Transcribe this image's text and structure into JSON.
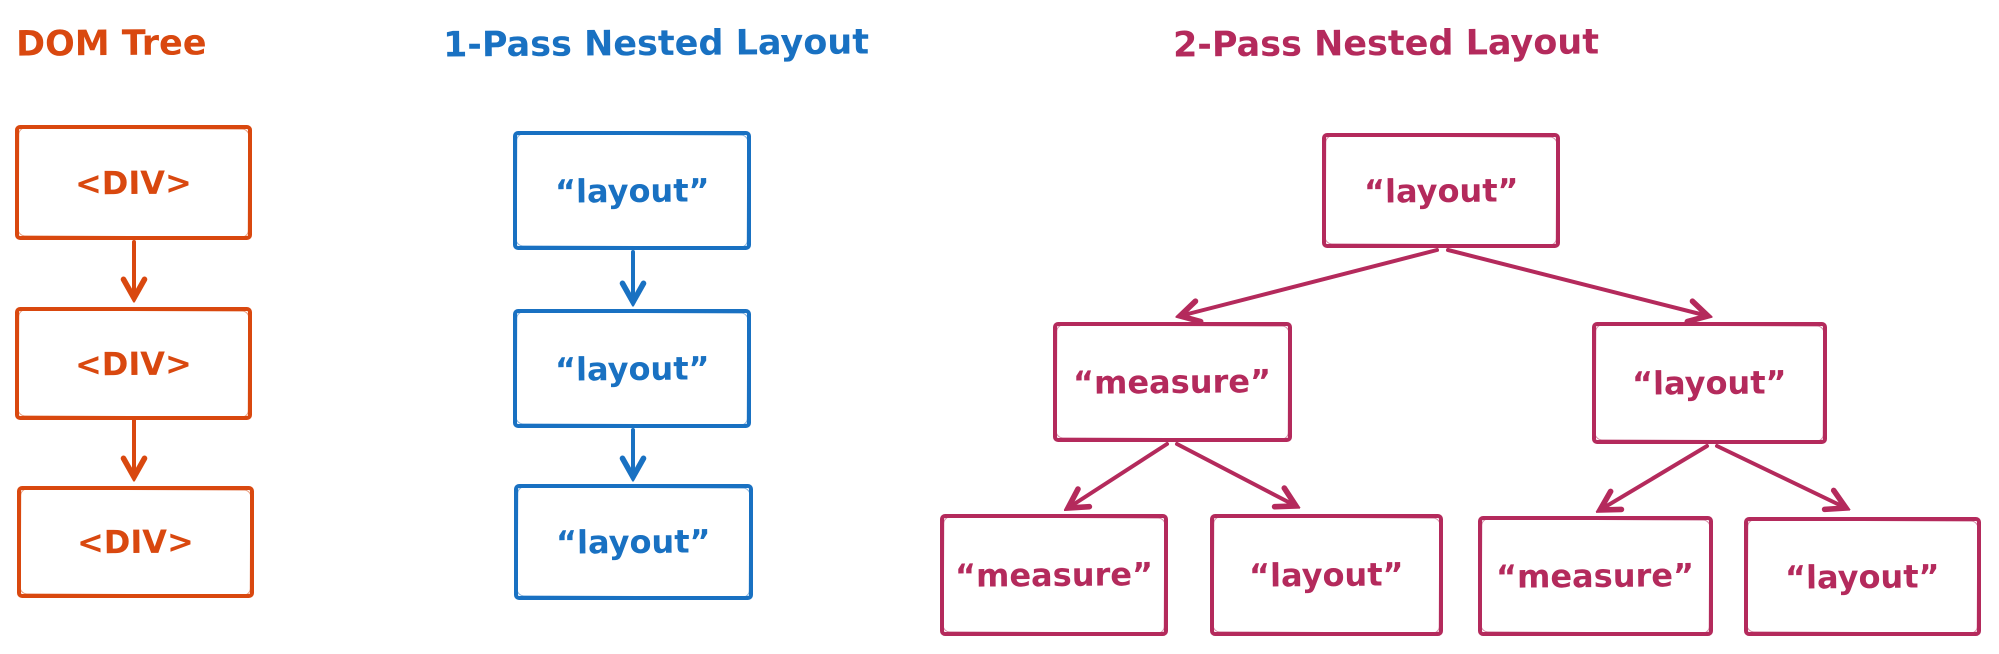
{
  "page": {
    "background": "#FFFFFF"
  },
  "sections": [
    {
      "id": "dom-tree",
      "title": "DOM Tree",
      "color": "#D9480F",
      "structure": "vertical-chain",
      "nodes": [
        "<DIV>",
        "<DIV>",
        "<DIV>"
      ]
    },
    {
      "id": "one-pass-nested-layout",
      "title": "1-Pass Nested Layout",
      "color": "#1971C2",
      "structure": "vertical-chain",
      "nodes": [
        "“layout”",
        "“layout”",
        "“layout”"
      ]
    },
    {
      "id": "two-pass-nested-layout",
      "title": "2-Pass Nested Layout",
      "color": "#B42A5C",
      "structure": "binary-tree",
      "nodes": [
        "“layout”",
        "“measure”",
        "“layout”",
        "“measure”",
        "“layout”",
        "“measure”",
        "“layout”"
      ],
      "edges": [
        [
          0,
          1
        ],
        [
          0,
          2
        ],
        [
          1,
          3
        ],
        [
          1,
          4
        ],
        [
          2,
          5
        ],
        [
          2,
          6
        ]
      ]
    }
  ]
}
